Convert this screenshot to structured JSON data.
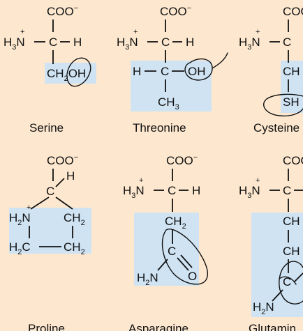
{
  "colors": {
    "background": "#fde8cf",
    "side_chain_highlight": "#cfe3f3"
  },
  "groups": {
    "coo": "COO",
    "minus": "−",
    "plus": "+",
    "h3n": "H",
    "h3n_sub": "3",
    "h3n_n": "N",
    "c": "C",
    "h": "H"
  },
  "serine": {
    "name": "Serine",
    "side": "CH",
    "side_sub": "2",
    "side_tail": "OH"
  },
  "threonine": {
    "name": "Threonine",
    "h": "H",
    "c": "C",
    "oh": "OH",
    "ch3": "CH",
    "ch3_sub": "3"
  },
  "cysteine": {
    "name": "Cysteine",
    "ch": "CH",
    "sh": "SH"
  },
  "proline": {
    "name": "Proline",
    "c": "C",
    "h": "H",
    "h2n_h": "H",
    "h2n_sub": "2",
    "h2n_n": "N",
    "ch2_right": "CH",
    "ch2_right_sub": "2",
    "h2c": "H",
    "h2c_sub": "2",
    "h2c_c": "C",
    "ch2_bottom": "CH",
    "ch2_bottom_sub": "2"
  },
  "asparagine": {
    "name": "Asparagine",
    "ch2": "CH",
    "ch2_sub": "2",
    "c": "C",
    "o": "O",
    "nh2_h": "H",
    "nh2_sub": "2",
    "nh2_n": "N"
  },
  "glutamine": {
    "name": "Glutamin",
    "ch_a": "CH",
    "ch_b": "CH",
    "c": "C",
    "nh2_h": "H",
    "nh2_sub": "2",
    "nh2_n": "N"
  }
}
